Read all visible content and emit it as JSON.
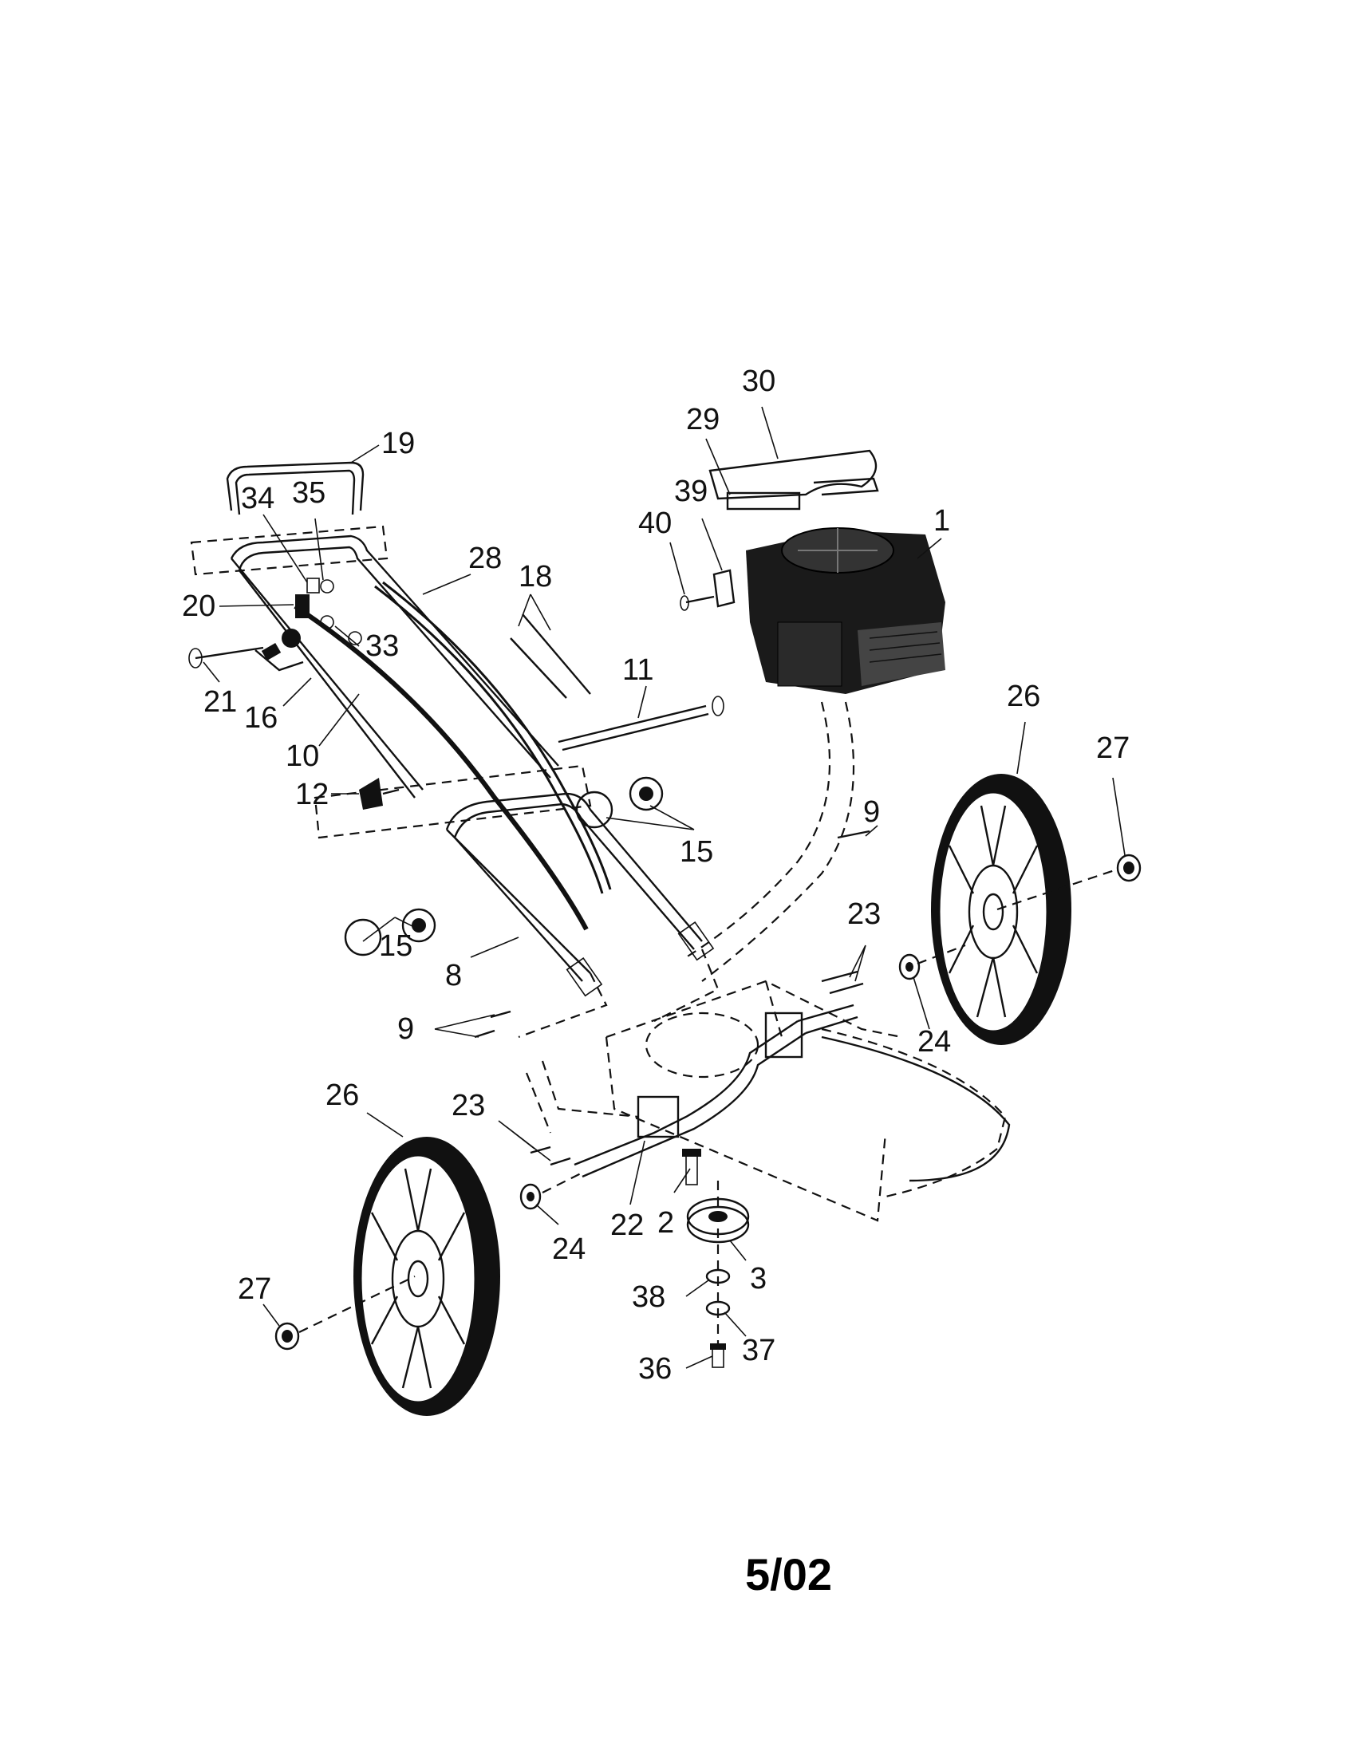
{
  "diagram": {
    "date_code": "5/02",
    "part_numbers": {
      "p1": "1",
      "p2": "2",
      "p3": "3",
      "p8": "8",
      "p9": "9",
      "p10": "10",
      "p11": "11",
      "p12": "12",
      "p15": "15",
      "p16": "16",
      "p18": "18",
      "p19": "19",
      "p20": "20",
      "p21": "21",
      "p22": "22",
      "p23": "23",
      "p24": "24",
      "p26": "26",
      "p27": "27",
      "p28": "28",
      "p29": "29",
      "p30": "30",
      "p33": "33",
      "p34": "34",
      "p35": "35",
      "p36": "36",
      "p37": "37",
      "p38": "38",
      "p39": "39",
      "p40": "40"
    }
  }
}
